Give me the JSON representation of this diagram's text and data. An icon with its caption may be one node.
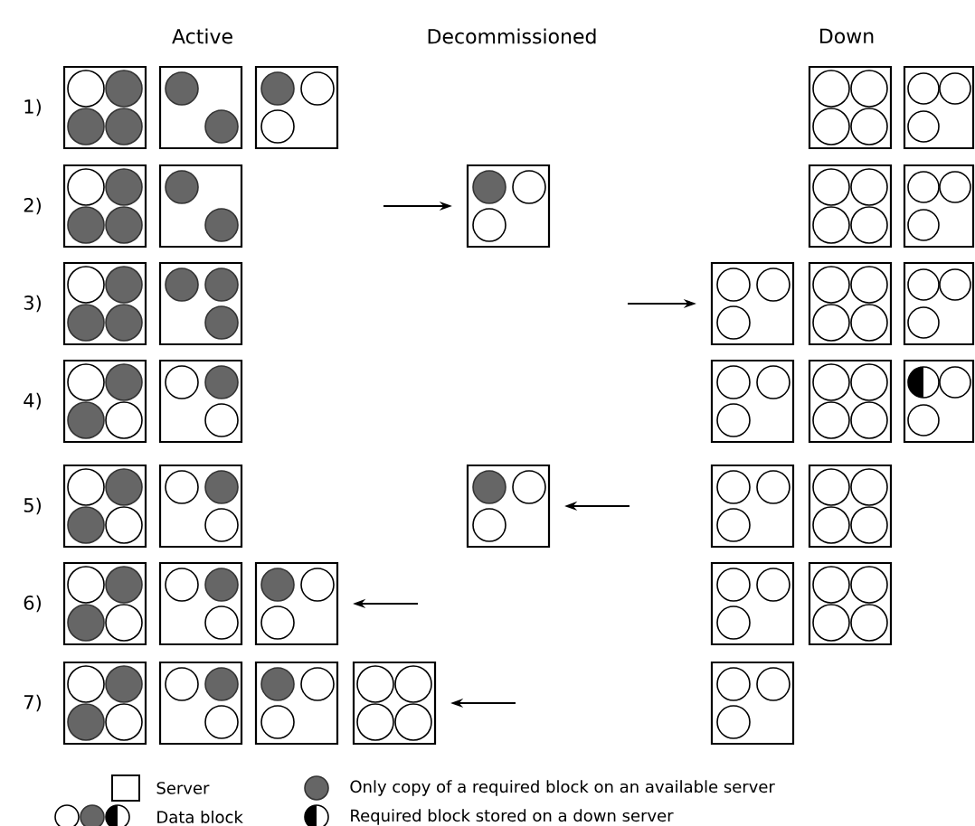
{
  "diagram": {
    "nodes": [
      {
        "text": [],
        "shape": "box"
      },
      {
        "text": [],
        "shape": "box"
      },
      {
        "text": [],
        "shape": "box"
      },
      {
        "text": [],
        "shape": "box"
      },
      {
        "text": [],
        "shape": "box"
      },
      {
        "text": [],
        "shape": "box"
      },
      {
        "text": [],
        "shape": "box"
      },
      {
        "text": [],
        "shape": "box"
      },
      {
        "text": [],
        "shape": "box"
      },
      {
        "text": [],
        "shape": "box"
      },
      {
        "text": [],
        "shape": "box"
      },
      {
        "text": [],
        "shape": "box"
      },
      {
        "text": [],
        "shape": "box"
      },
      {
        "text": [],
        "shape": "box"
      },
      {
        "text": [],
        "shape": "box"
      },
      {
        "text": [],
        "shape": "box"
      },
      {
        "text": [],
        "shape": "box"
      },
      {
        "text": [],
        "shape": "box"
      },
      {
        "text": [],
        "shape": "box"
      },
      {
        "text": [],
        "shape": "box"
      },
      {
        "text": [],
        "shape": "box"
      },
      {
        "text": [],
        "shape": "box"
      },
      {
        "text": [],
        "shape": "box"
      },
      {
        "text": [],
        "shape": "box"
      },
      {
        "text": [],
        "shape": "box"
      },
      {
        "text": [],
        "shape": "box"
      },
      {
        "text": [],
        "shape": "box"
      },
      {
        "text": [],
        "shape": "box"
      },
      {
        "text": [],
        "shape": "box"
      },
      {
        "text": [],
        "shape": "box"
      },
      {
        "text": [],
        "shape": "box"
      },
      {
        "text": [],
        "shape": "box"
      },
      {
        "text": [],
        "shape": "box"
      },
      {
        "text": [],
        "shape": "box"
      },
      {
        "text": [],
        "shape": "box"
      }
    ],
    "edges": [
      {
        "from": null,
        "to": 7,
        "arrow": "to"
      },
      {
        "from": null,
        "to": 12,
        "arrow": "to"
      },
      {
        "from": null,
        "to": 22,
        "arrow": "to"
      },
      {
        "from": null,
        "to": 27,
        "arrow": "to"
      },
      {
        "from": null,
        "to": 33,
        "arrow": "to"
      }
    ],
    "labels": [
      "Active",
      "Decommissioned",
      "Down",
      "1)",
      "2)",
      "3)",
      "4)",
      "5)",
      "6)",
      "7)"
    ],
    "legend": [
      {
        "text": "Server"
      },
      {
        "text": "Only copy of a required block on an available server"
      },
      {
        "text": "Data block"
      },
      {
        "text": "Required block stored on a down server"
      }
    ]
  }
}
